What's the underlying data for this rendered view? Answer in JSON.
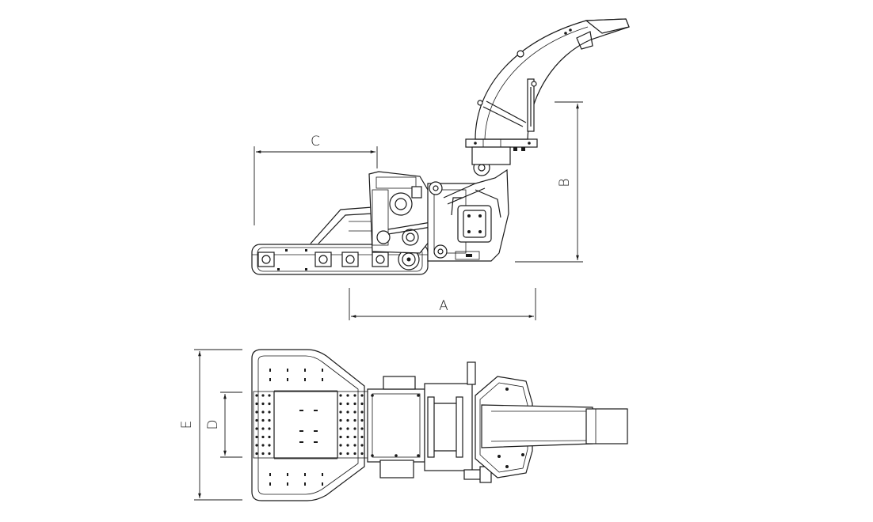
{
  "dimensions": {
    "a": "A",
    "b": "B",
    "c": "C",
    "d": "D",
    "e": "E"
  }
}
